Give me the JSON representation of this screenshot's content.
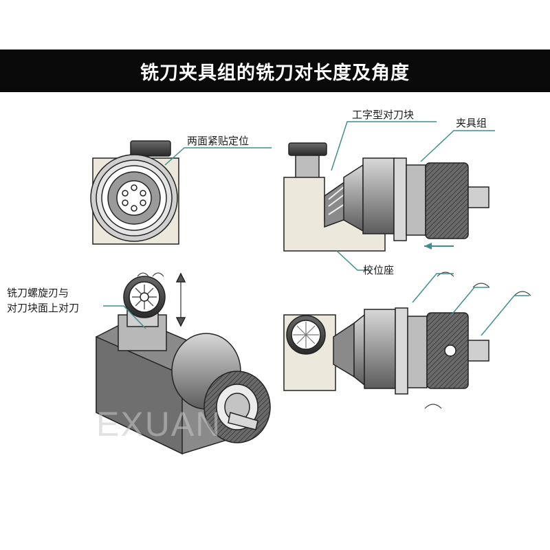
{
  "title": "铣刀夹具组的铣刀对长度及角度",
  "labels": {
    "two_faces": "两面紧贴定位",
    "i_block": "工字型对刀块",
    "fixture_group": "夹具组",
    "seat": "校位座",
    "helix_line1": "铣刀螺旋刃与",
    "helix_line2": "对刀块面上对刀"
  },
  "watermark": "EXUAN",
  "colors": {
    "teal_leader": "#3f8f8c",
    "title_bg": "#0a0a0a",
    "block": "#ece8dc",
    "knurl": "#5a5a5a"
  }
}
